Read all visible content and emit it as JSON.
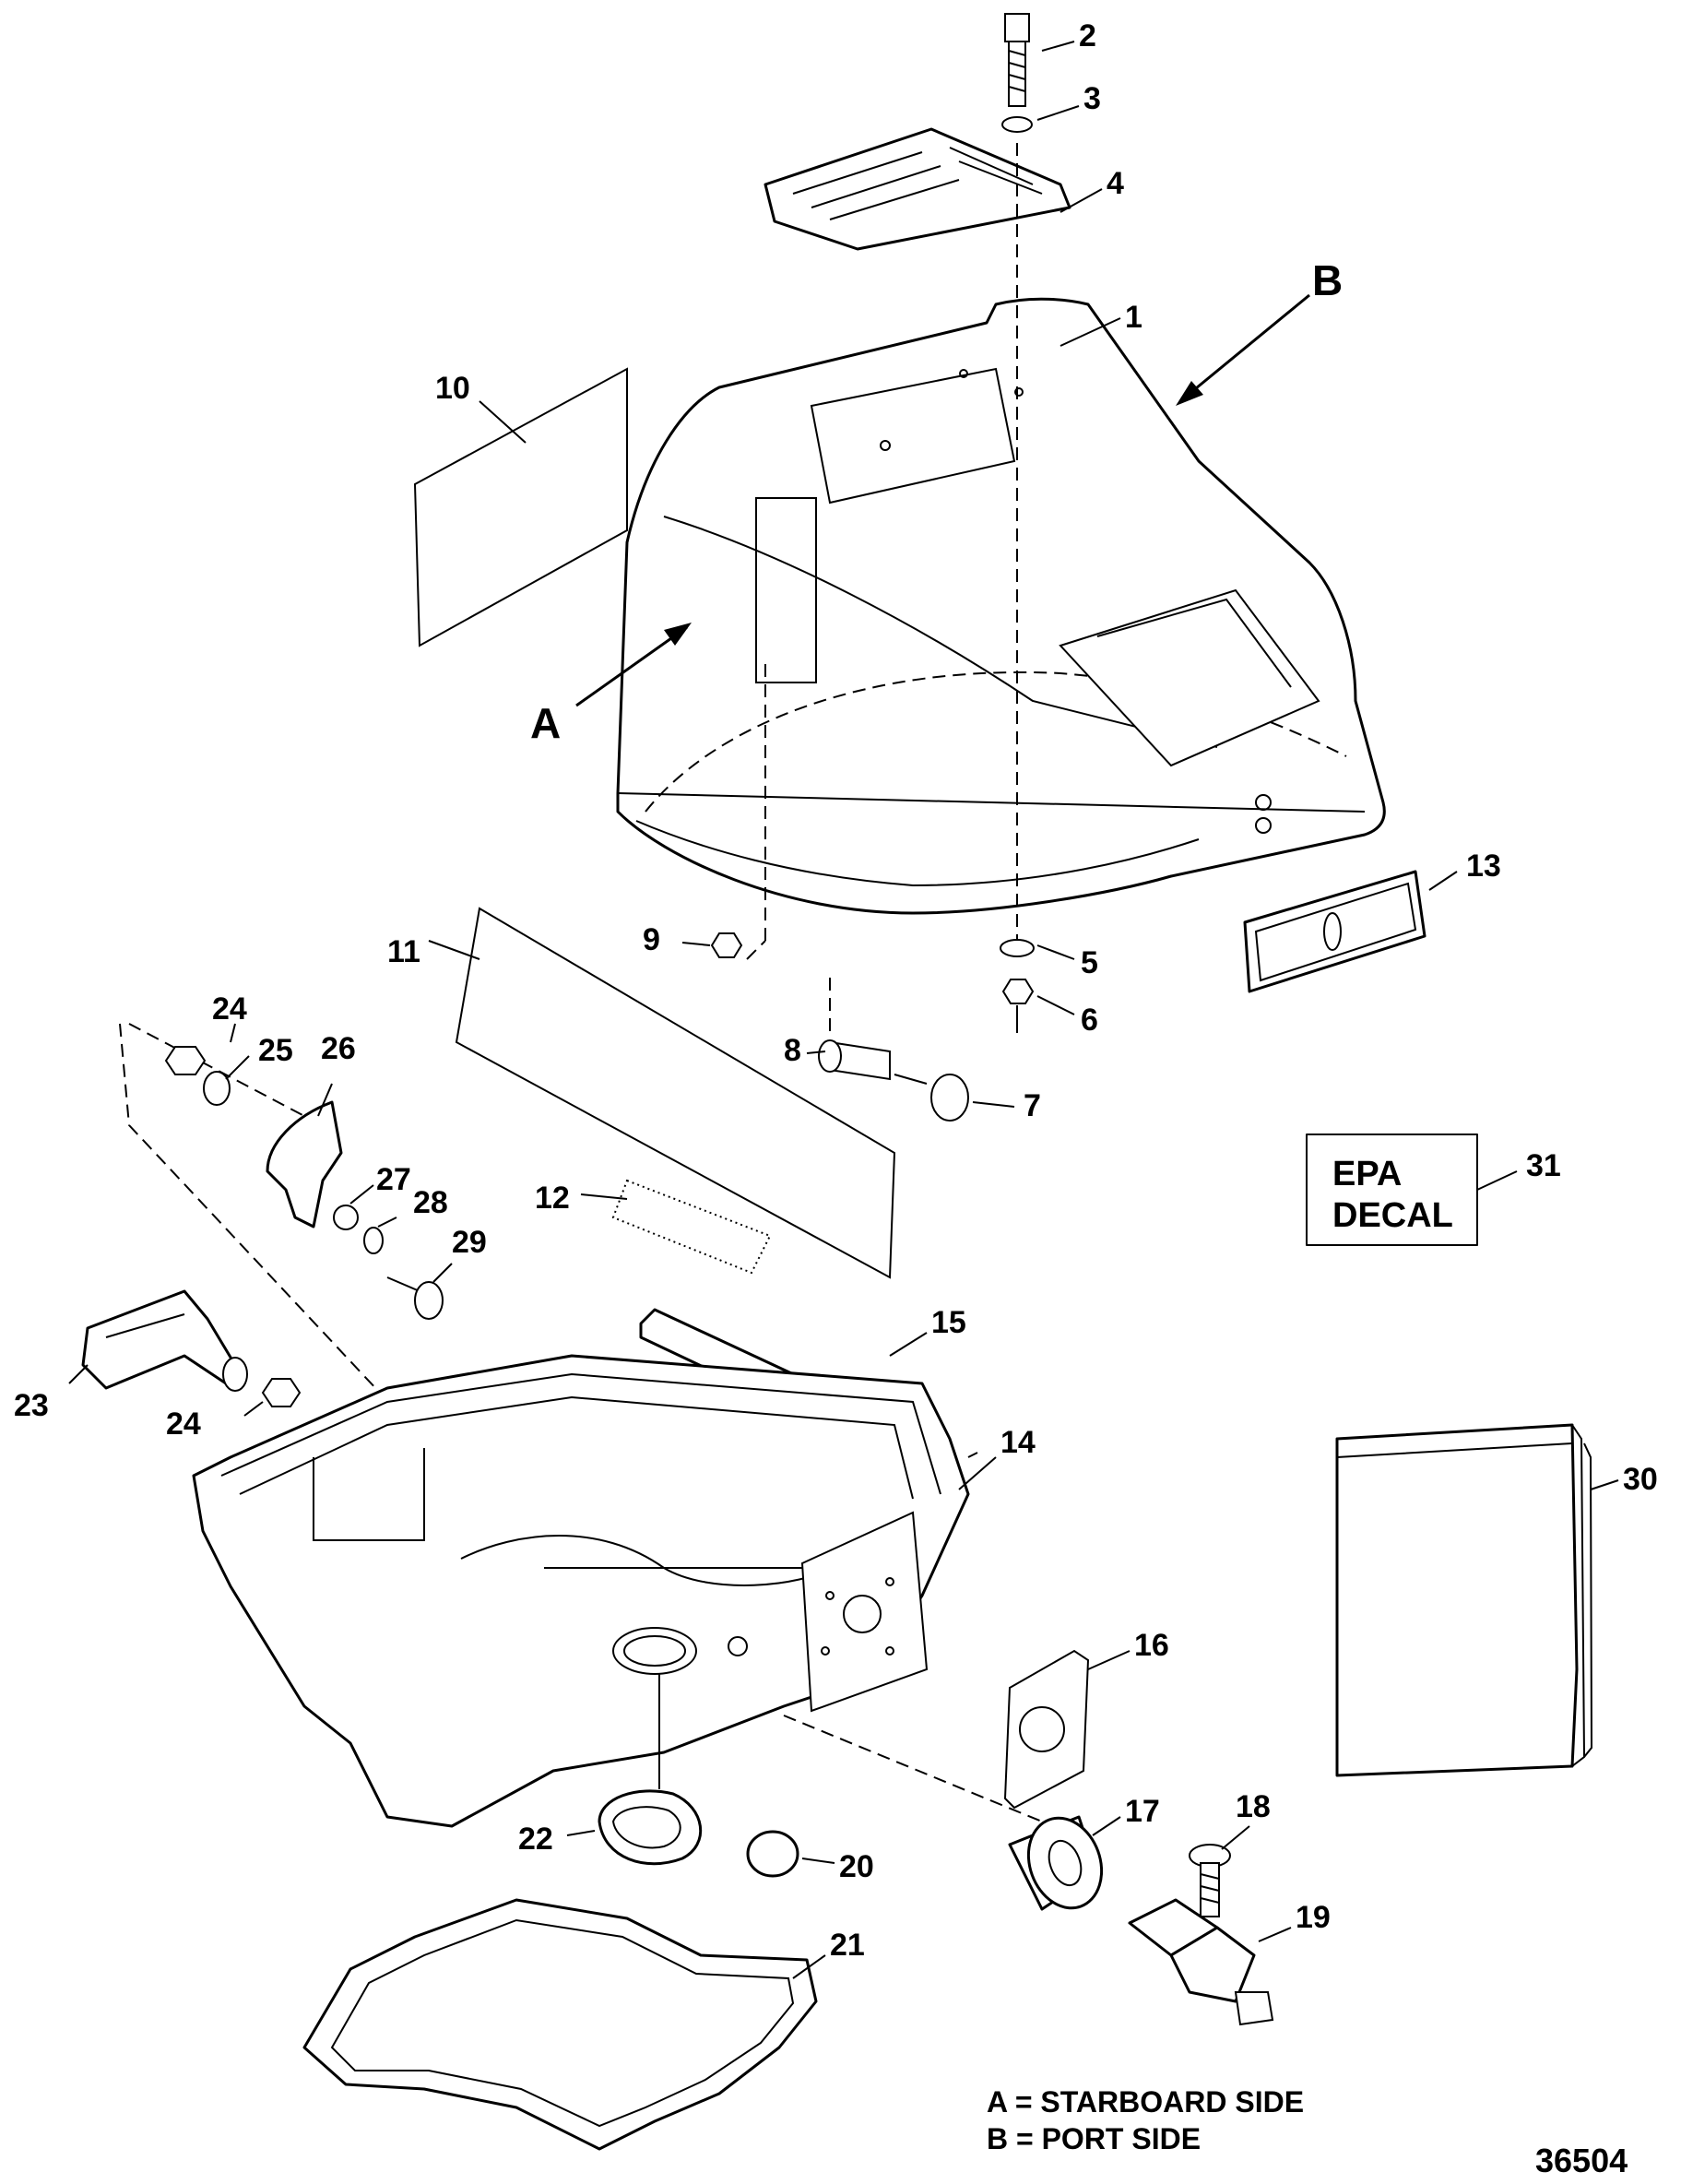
{
  "callouts": {
    "c1": "1",
    "c2": "2",
    "c3": "3",
    "c4": "4",
    "c5": "5",
    "c6": "6",
    "c7": "7",
    "c8": "8",
    "c9": "9",
    "c10": "10",
    "c11": "11",
    "c12": "12",
    "c13": "13",
    "c14": "14",
    "c15": "15",
    "c16": "16",
    "c17": "17",
    "c18": "18",
    "c19": "19",
    "c20": "20",
    "c21": "21",
    "c22": "22",
    "c23": "23",
    "c24a": "24",
    "c24b": "24",
    "c25": "25",
    "c26": "26",
    "c27": "27",
    "c28": "28",
    "c29": "29",
    "c30": "30",
    "c31": "31"
  },
  "view_labels": {
    "a": "A",
    "b": "B"
  },
  "epa_decal": {
    "line1": "EPA",
    "line2": "DECAL"
  },
  "legend": {
    "a": "A = STARBOARD SIDE",
    "b": "B = PORT SIDE"
  },
  "figure_number": "36504"
}
